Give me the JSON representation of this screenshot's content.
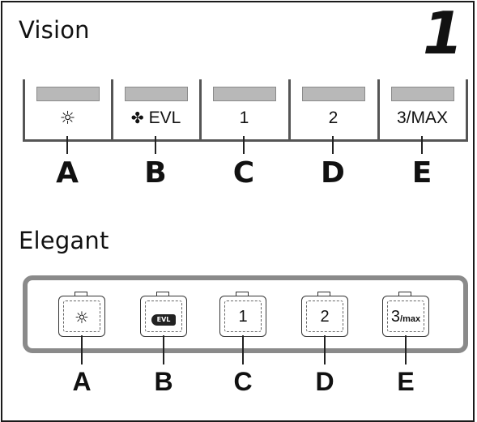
{
  "figure_number": "1",
  "vision": {
    "title": "Vision",
    "buttons": [
      {
        "id": "A",
        "icon": "light-icon",
        "symbol": "☼",
        "label": ""
      },
      {
        "id": "B",
        "icon": "fan-icon",
        "symbol": "✤",
        "label": "EVL"
      },
      {
        "id": "C",
        "icon": "",
        "symbol": "",
        "label": "1"
      },
      {
        "id": "D",
        "icon": "",
        "symbol": "",
        "label": "2"
      },
      {
        "id": "E",
        "icon": "",
        "symbol": "",
        "label": "3/MAX"
      }
    ]
  },
  "elegant": {
    "title": "Elegant",
    "buttons": [
      {
        "id": "A",
        "icon": "light-icon",
        "symbol": "☼",
        "label": ""
      },
      {
        "id": "B",
        "icon": "evl-icon",
        "symbol": "EVL",
        "label": ""
      },
      {
        "id": "C",
        "icon": "",
        "symbol": "",
        "label": "1"
      },
      {
        "id": "D",
        "icon": "",
        "symbol": "",
        "label": "2"
      },
      {
        "id": "E",
        "icon": "",
        "symbol": "",
        "label": "3",
        "label_small": "/max"
      }
    ]
  }
}
